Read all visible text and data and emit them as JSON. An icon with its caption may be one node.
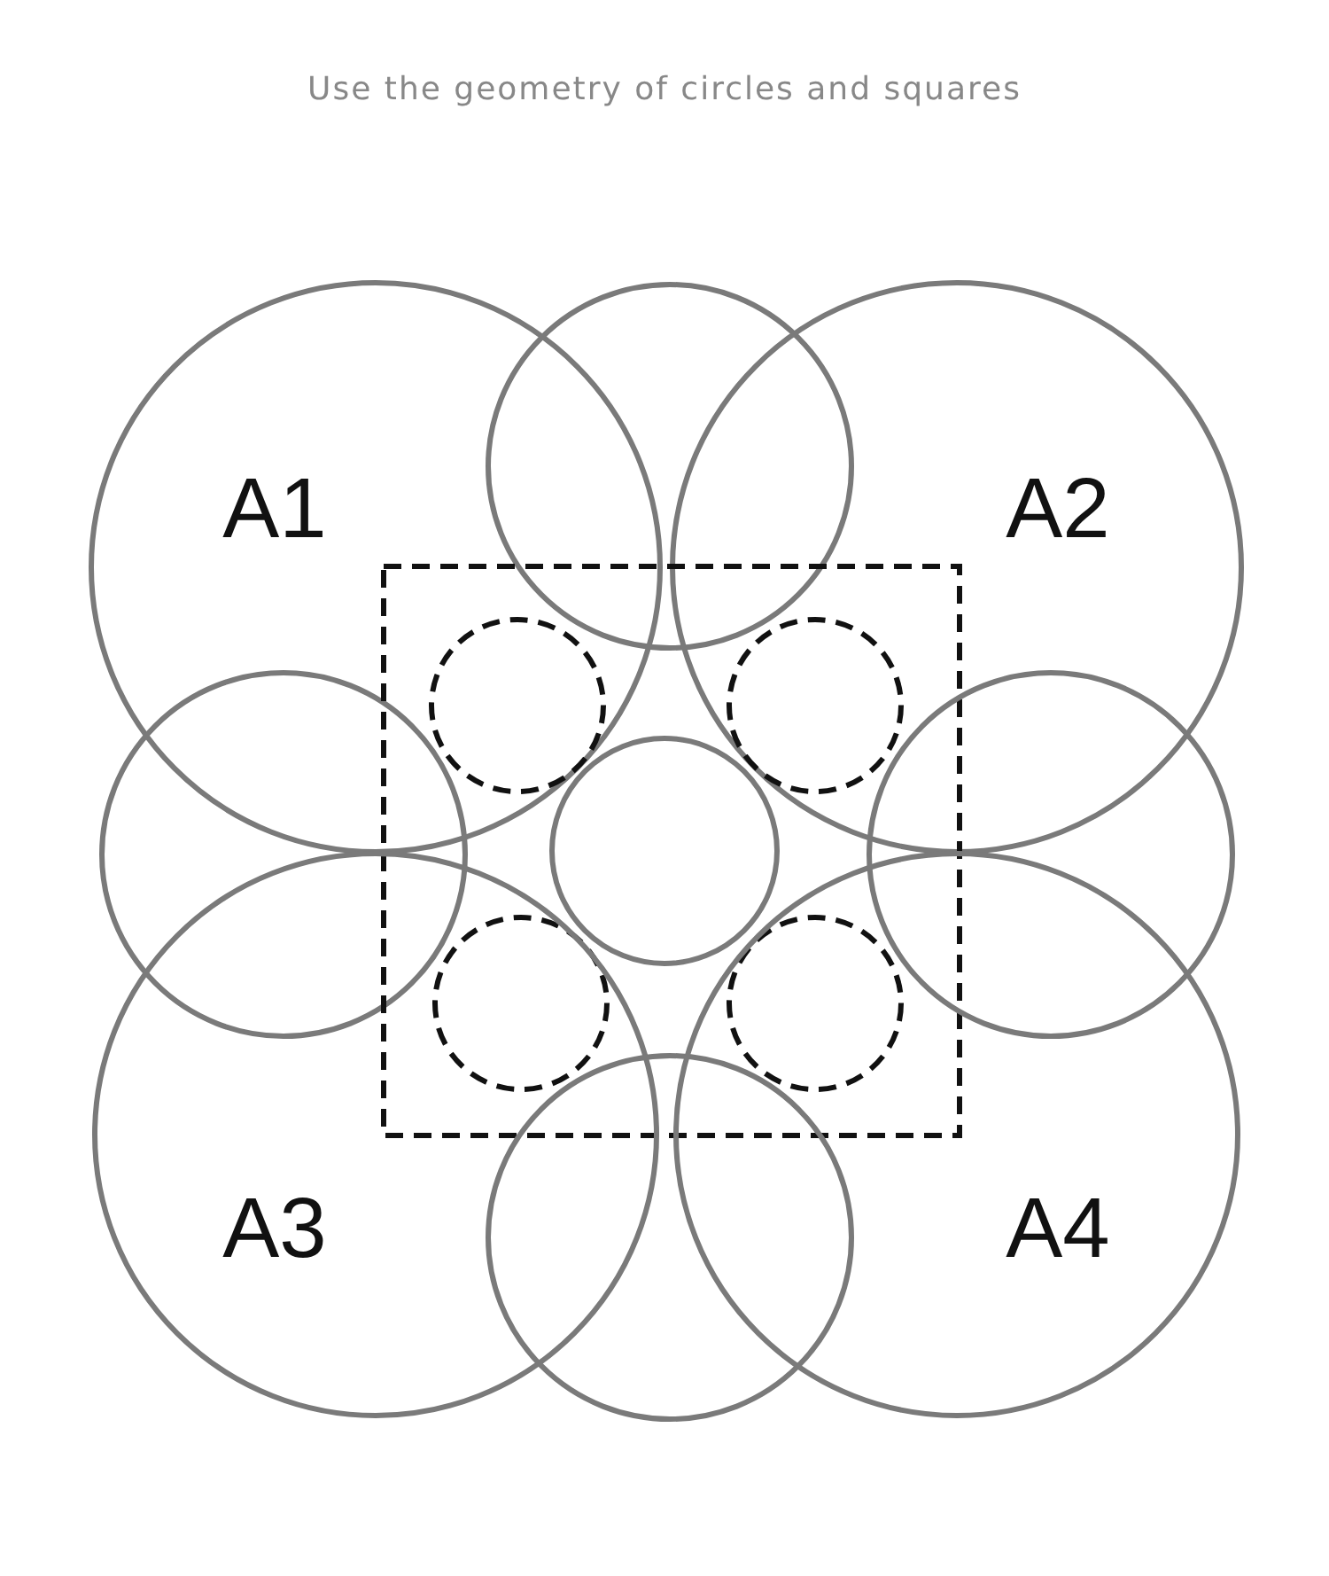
{
  "diagram": {
    "title": "Use the geometry of circles and squares",
    "nodes": [
      {
        "text": [
          "A1"
        ]
      },
      {
        "text": [],
        "shape": "circle"
      },
      {
        "text": [
          "A2"
        ]
      },
      {
        "text": [],
        "shape": "circle"
      },
      {
        "text": [],
        "shape": "box"
      },
      {
        "text": [],
        "shape": "circle"
      },
      {
        "text": [],
        "shape": "circle"
      },
      {
        "text": [],
        "shape": "circle",
        "in": 4
      },
      {
        "text": [],
        "shape": "circle"
      },
      {
        "text": [],
        "shape": "circle"
      },
      {
        "text": [],
        "shape": "circle"
      },
      {
        "text": [
          "A3"
        ]
      },
      {
        "text": [],
        "shape": "circle"
      },
      {
        "text": [
          "A4"
        ]
      }
    ],
    "edges": []
  }
}
